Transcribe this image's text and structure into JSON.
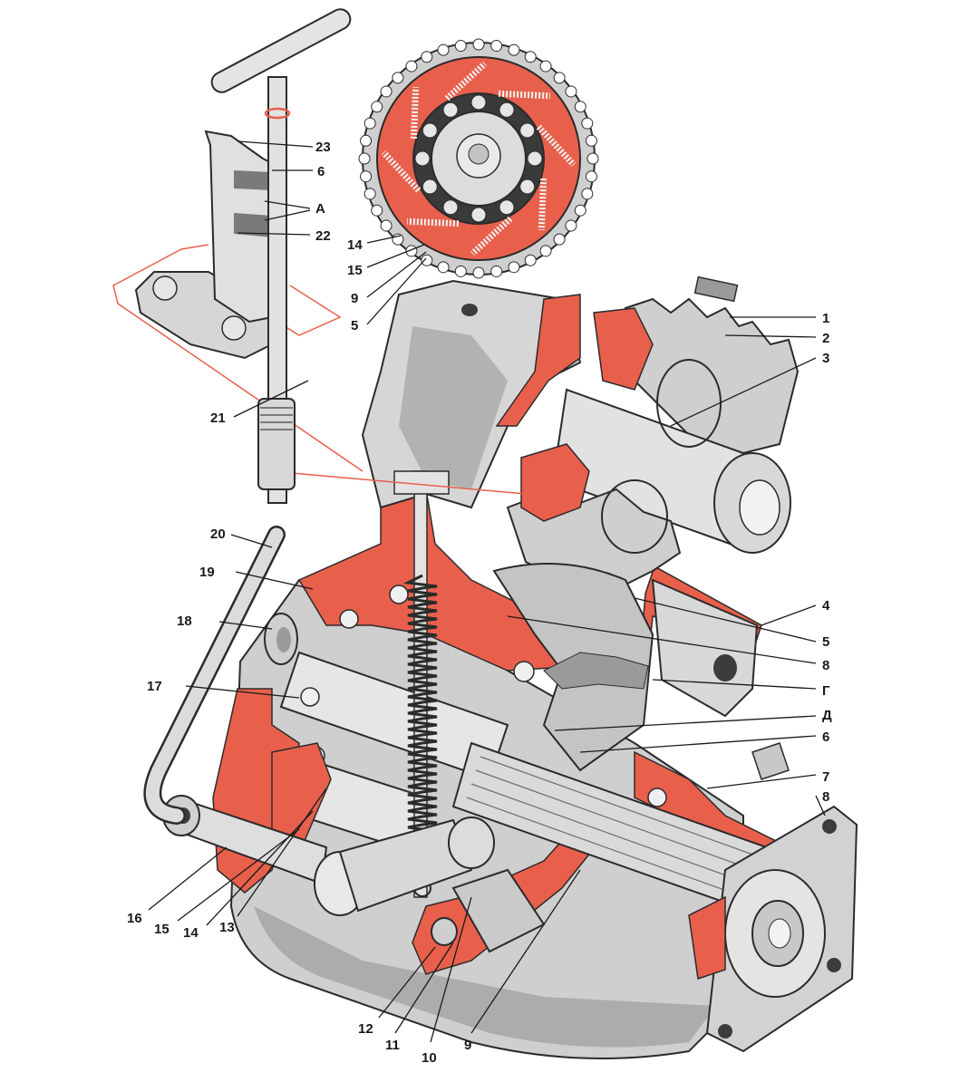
{
  "colors": {
    "section_red": "#e8604c",
    "metal_light": "#e6e6e6",
    "metal_mid": "#b8b8b8",
    "metal_dark": "#6e6e6e",
    "outline": "#2b2b2b",
    "hole": "#3c3c3c"
  },
  "callouts": {
    "c1": "1",
    "c2": "2",
    "c3": "3",
    "c4": "4",
    "c5a": "5",
    "c5b": "5",
    "c6a": "6",
    "c6b": "6",
    "c7": "7",
    "c8a": "8",
    "c8b": "8",
    "c9a": "9",
    "c9b": "9",
    "c10": "10",
    "c11": "11",
    "c12": "12",
    "c13": "13",
    "c14a": "14",
    "c14b": "14",
    "c15a": "15",
    "c15b": "15",
    "c16": "16",
    "c17": "17",
    "c18": "18",
    "c19": "19",
    "c20": "20",
    "c21": "21",
    "c22": "22",
    "c23": "23",
    "cA": "А",
    "cG": "Г",
    "cD": "Д"
  }
}
